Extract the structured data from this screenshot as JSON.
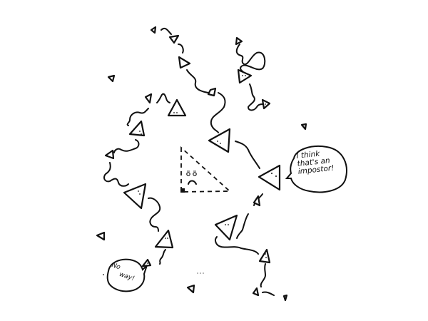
{
  "illustration": {
    "title": "Triangle impostor cartoon",
    "background_color": "#ffffff",
    "ink_color": "#111111",
    "center_figure": {
      "description": "dashed right triangle with sad face",
      "face": "worried-sad"
    },
    "speech_bubbles": [
      {
        "id": "right",
        "text_lines": [
          "I think",
          "that's an",
          "impostor!"
        ]
      },
      {
        "id": "left",
        "text_lines": [
          "No",
          "way!"
        ]
      }
    ],
    "icons": [
      "triangle-icon",
      "dashed-triangle-icon",
      "speech-bubble-icon",
      "squiggle-trail"
    ]
  }
}
